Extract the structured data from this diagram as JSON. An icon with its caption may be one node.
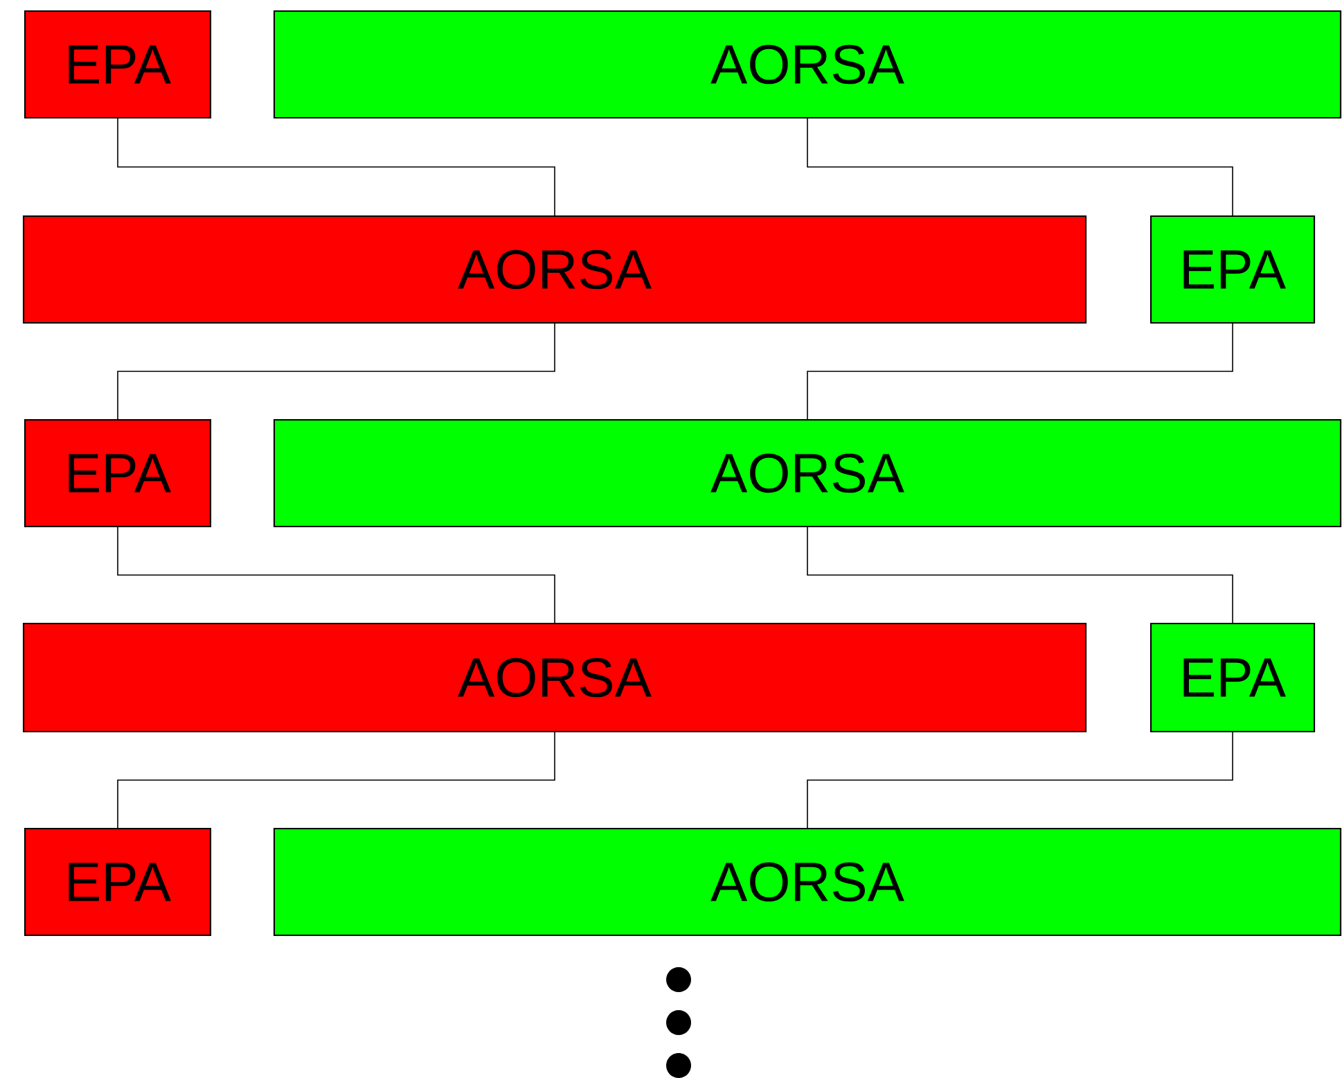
{
  "diagram": {
    "nodes": [
      {
        "text": [
          "EPA"
        ]
      },
      {
        "text": [
          "AORSA"
        ]
      },
      {
        "text": [
          "AORSA"
        ]
      },
      {
        "text": [
          "EPA"
        ]
      },
      {
        "text": [
          "EPA"
        ]
      },
      {
        "text": [
          "AORSA"
        ]
      },
      {
        "text": [
          "AORSA"
        ]
      },
      {
        "text": [
          "EPA"
        ]
      },
      {
        "text": [
          "EPA"
        ]
      },
      {
        "text": [
          "AORSA"
        ]
      }
    ],
    "edges": [
      {
        "from": 0,
        "to": 2,
        "arrow": "none"
      },
      {
        "from": 1,
        "to": 3,
        "arrow": "none"
      },
      {
        "from": 2,
        "to": 4,
        "arrow": "none"
      },
      {
        "from": 3,
        "to": 5,
        "arrow": "none"
      },
      {
        "from": 4,
        "to": 6,
        "arrow": "none"
      },
      {
        "from": 5,
        "to": 7,
        "arrow": "none"
      },
      {
        "from": 6,
        "to": 8,
        "arrow": "none"
      },
      {
        "from": 7,
        "to": 9,
        "arrow": "none"
      }
    ]
  }
}
